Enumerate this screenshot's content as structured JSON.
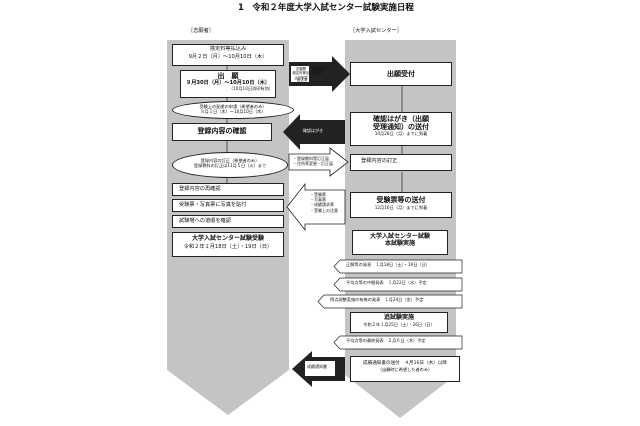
{
  "page_title": "1　令和２年度大学入試センター試験実施日程",
  "columns": {
    "applicant": "［志願者］",
    "center": "［大学入試センター］"
  },
  "applicant": {
    "fee_title": "検定料等払込み",
    "fee_dates": "9月２日（月）～10月10日（木）",
    "apply_title": "出　願",
    "apply_dates": "９月30日（月）～10月10日（木）",
    "apply_note": "（10月10日消印有効）",
    "accommodation_1": "受験上の配慮の申請（希望者のみ）",
    "accommodation_2": "８月１日（木）～10月10日（木）",
    "confirm": "登録内容の確認",
    "correction_1": "登録内容の訂正（希望者のみ）",
    "correction_2": "登録教科の訂正は11月５日（火）まで",
    "recheck": "登録内容の再確認",
    "photo": "受験票・写真票に写真を貼付",
    "route": "試験場への道順を確認",
    "exam_title": "大学入試センター試験受験",
    "exam_dates": "令和２年１月18日（土）・19日（日）"
  },
  "flows": {
    "documents_1": "志願票",
    "documents_2": "検定料等払込証明書",
    "documents_3": "払込済",
    "docs_side_1": "出願資格",
    "docs_side_2": "証明書",
    "postcard_label": "確認はがき",
    "correction_items": [
      "登録教科等訂正届",
      "住所等変更・訂正届"
    ],
    "ticket_items": [
      "受験票",
      "写真票",
      "成績請求票",
      "受験上の注意"
    ],
    "report_label": "成績通知書"
  },
  "center": {
    "accept": "出願受付",
    "postcard_title_1": "確認はがき（出願",
    "postcard_title_2": "受理通知）の送付",
    "postcard_date": "10月28日（月）までに到着",
    "correct": "登録内容の訂正",
    "ticket_title": "受験票等の送付",
    "ticket_date": "12月16日（月）までに到着",
    "exam_title_1": "大学入試センター試験",
    "exam_title_2": "本試験実施",
    "results": [
      {
        "label": "正解等の発表",
        "date": "１月18日（土）・19日（日）"
      },
      {
        "label": "平均点等の中間発表",
        "date": "１月22日（水）予定"
      },
      {
        "label": "得点調整実施の有無の発表",
        "date": "１月24日（金）予定"
      }
    ],
    "makeup_title": "追試験実施",
    "makeup_date": "令和２年１月25日（土）・26日（日）",
    "final": {
      "label": "平均点等の最終発表",
      "date": "２月６日（木）予定"
    },
    "report_label": "成績通知書の送付",
    "report_date": "４月16日（木）以降",
    "report_note": "（出願時に希望した者のみ）"
  }
}
